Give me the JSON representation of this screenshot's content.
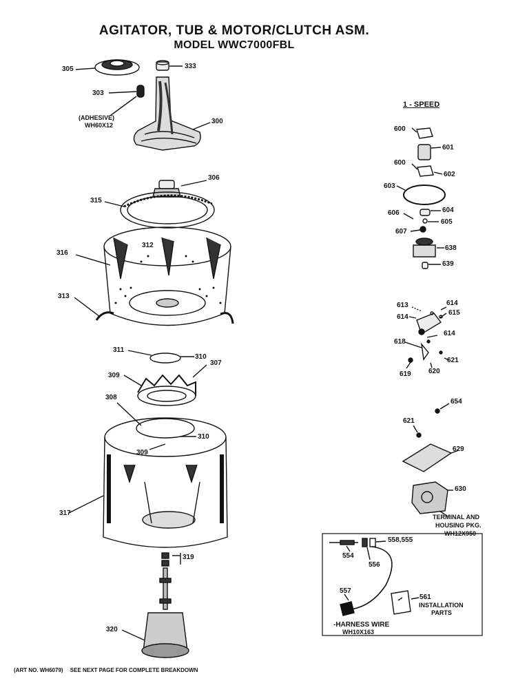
{
  "title": "AGITATOR, TUB & MOTOR/CLUTCH ASM.",
  "model": "MODEL WWC7000FBL",
  "speed_heading": "1 - SPEED",
  "footer": {
    "art_no": "(ART NO. WH6079)",
    "note": "SEE NEXT PAGE FOR COMPLETE BREAKDOWN"
  },
  "labels": {
    "p305": "305",
    "p333": "333",
    "p303": "303",
    "adhesive": "(ADHESIVE)",
    "wh60x12": "WH60X12",
    "p300": "300",
    "p306": "306",
    "p315": "315",
    "p316": "316",
    "p312": "312",
    "p313": "313",
    "p311": "311",
    "p310a": "310",
    "p307": "307",
    "p309a": "309",
    "p308": "308",
    "p310b": "310",
    "p309b": "309",
    "p317": "317",
    "p319": "319",
    "p320": "320",
    "p600a": "600",
    "p601": "601",
    "p600b": "600",
    "p602": "602",
    "p603": "603",
    "p606": "606",
    "p604": "604",
    "p605": "605",
    "p607": "607",
    "p638": "638",
    "p639": "639",
    "p613": "613",
    "p614a": "614",
    "p614b": "614",
    "p615": "615",
    "p618a": "618",
    "p614c": "614",
    "p621a": "621",
    "p619": "619",
    "p620": "620",
    "p654": "654",
    "p621b": "621",
    "p629": "629",
    "p630": "630",
    "terminal1": "TERMINAL AND",
    "terminal2": "HOUSING PKG.",
    "terminal3": "WH12X950",
    "p554": "554",
    "p558": "558,555",
    "p556": "556",
    "p557": "557",
    "harness1": "-HARNESS WIRE",
    "harness2": "WH10X163",
    "p561": "561",
    "install1": "INSTALLATION",
    "install2": "PARTS"
  }
}
